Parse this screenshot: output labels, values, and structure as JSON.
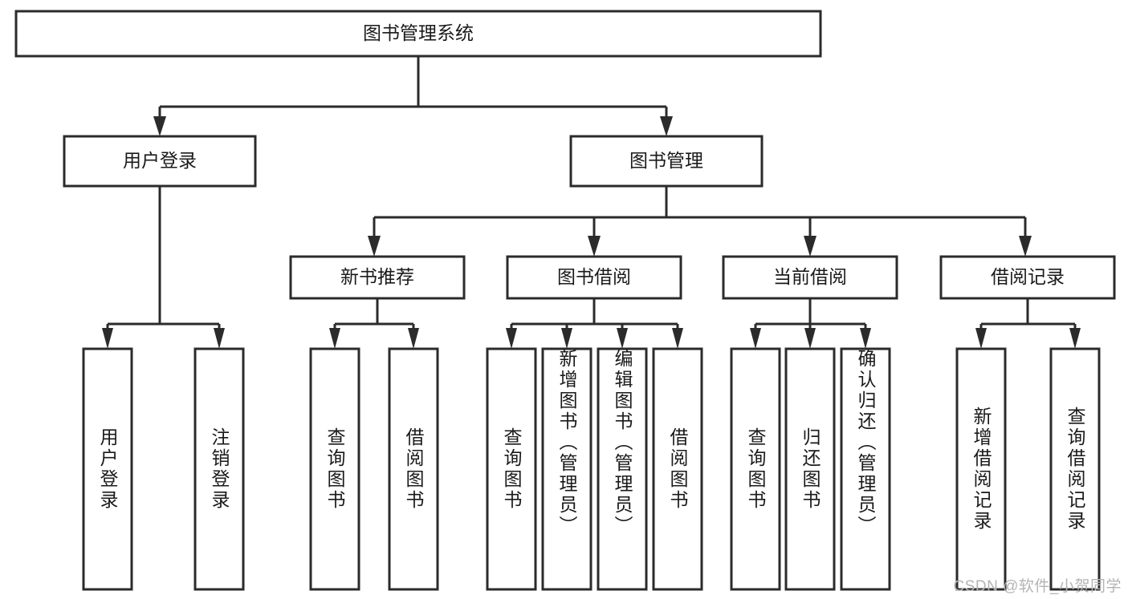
{
  "diagram": {
    "title": "图书管理系统",
    "type": "hierarchy-tree",
    "root": {
      "id": "root",
      "label": "图书管理系统",
      "level": 0
    },
    "level1": [
      {
        "id": "user-login",
        "label": "用户登录"
      },
      {
        "id": "book-management",
        "label": "图书管理"
      }
    ],
    "level2": [
      {
        "id": "new-book-recommend",
        "label": "新书推荐",
        "parent": "book-management"
      },
      {
        "id": "book-borrow",
        "label": "图书借阅",
        "parent": "book-management"
      },
      {
        "id": "current-borrow",
        "label": "当前借阅",
        "parent": "book-management"
      },
      {
        "id": "borrow-record",
        "label": "借阅记录",
        "parent": "book-management"
      }
    ],
    "leaves": {
      "user-login": [
        {
          "id": "leaf-user-login",
          "label": "用户登录"
        },
        {
          "id": "leaf-logout-login",
          "label": "注销登录"
        }
      ],
      "new-book-recommend": [
        {
          "id": "leaf-query-book-1",
          "label": "查询图书"
        },
        {
          "id": "leaf-borrow-book-1",
          "label": "借阅图书"
        }
      ],
      "book-borrow": [
        {
          "id": "leaf-query-book-2",
          "label": "查询图书"
        },
        {
          "id": "leaf-add-book-admin",
          "label": "新增图书（管理员）"
        },
        {
          "id": "leaf-edit-book-admin",
          "label": "编辑图书（管理员）"
        },
        {
          "id": "leaf-borrow-book-2",
          "label": "借阅图书"
        }
      ],
      "current-borrow": [
        {
          "id": "leaf-query-book-3",
          "label": "查询图书"
        },
        {
          "id": "leaf-return-book",
          "label": "归还图书"
        },
        {
          "id": "leaf-confirm-return-admin",
          "label": "确认归还（管理员）"
        }
      ],
      "borrow-record": [
        {
          "id": "leaf-add-borrow-record",
          "label": "新增借阅记录"
        },
        {
          "id": "leaf-query-borrow-record",
          "label": "查询借阅记录"
        }
      ]
    },
    "colors": {
      "stroke": "#2b2b2b",
      "fill": "#ffffff",
      "text": "#1a1a1a",
      "watermark": "#b4b4b4",
      "background": "#ffffff"
    }
  },
  "watermark": {
    "text": "CSDN @软件_小贺同学"
  }
}
